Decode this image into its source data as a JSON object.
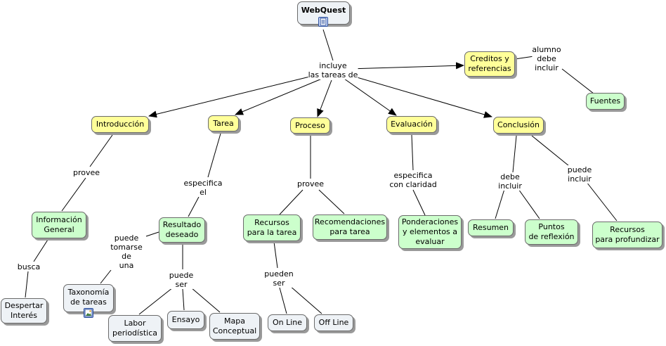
{
  "nodes": {
    "root": "WebQuest",
    "creditos": "Creditos y\nreferencias",
    "fuentes": "Fuentes",
    "introduccion": "Introducción",
    "tarea": "Tarea",
    "proceso": "Proceso",
    "evaluacion": "Evaluación",
    "conclusion": "Conclusión",
    "informacion": "Información\nGeneral",
    "resultado": "Resultado\ndeseado",
    "recursos_tarea": "Recursos\npara la tarea",
    "recomendaciones": "Recomendaciones\npara tarea",
    "ponderaciones": "Ponderaciones\ny elementos a\nevaluar",
    "resumen": "Resumen",
    "puntos": "Puntos\nde reflexión",
    "recursos_prof": "Recursos\npara profundizar",
    "despertar": "Despertar\nInterés",
    "taxonomia": "Taxonomía\nde tareas",
    "labor": "Labor\nperiodística",
    "ensayo": "Ensayo",
    "mapa": "Mapa\nConceptual",
    "online": "On Line",
    "offline": "Off Line"
  },
  "links": {
    "incluye": "incluye\nlas tareas de",
    "alumno": "alumno\ndebe\nincluir",
    "provee1": "provee",
    "especifica_el": "especifica\nel",
    "provee2": "provee",
    "especifica_claridad": "especifica\ncon claridad",
    "debe_incluir": "debe\nincluir",
    "puede_incluir": "puede\nincluir",
    "busca": "busca",
    "puede_tomarse": "puede\ntomarse\nde\nuna",
    "puede_ser1": "puede\nser",
    "pueden_ser": "pueden\nser"
  },
  "icons": {
    "root": "document-icon",
    "taxonomia": "image-icon"
  },
  "colors": {
    "concept_yellow": "#ffff99",
    "concept_green": "#ccffcc",
    "concept_gray": "#eef2f6",
    "line": "#000000"
  }
}
